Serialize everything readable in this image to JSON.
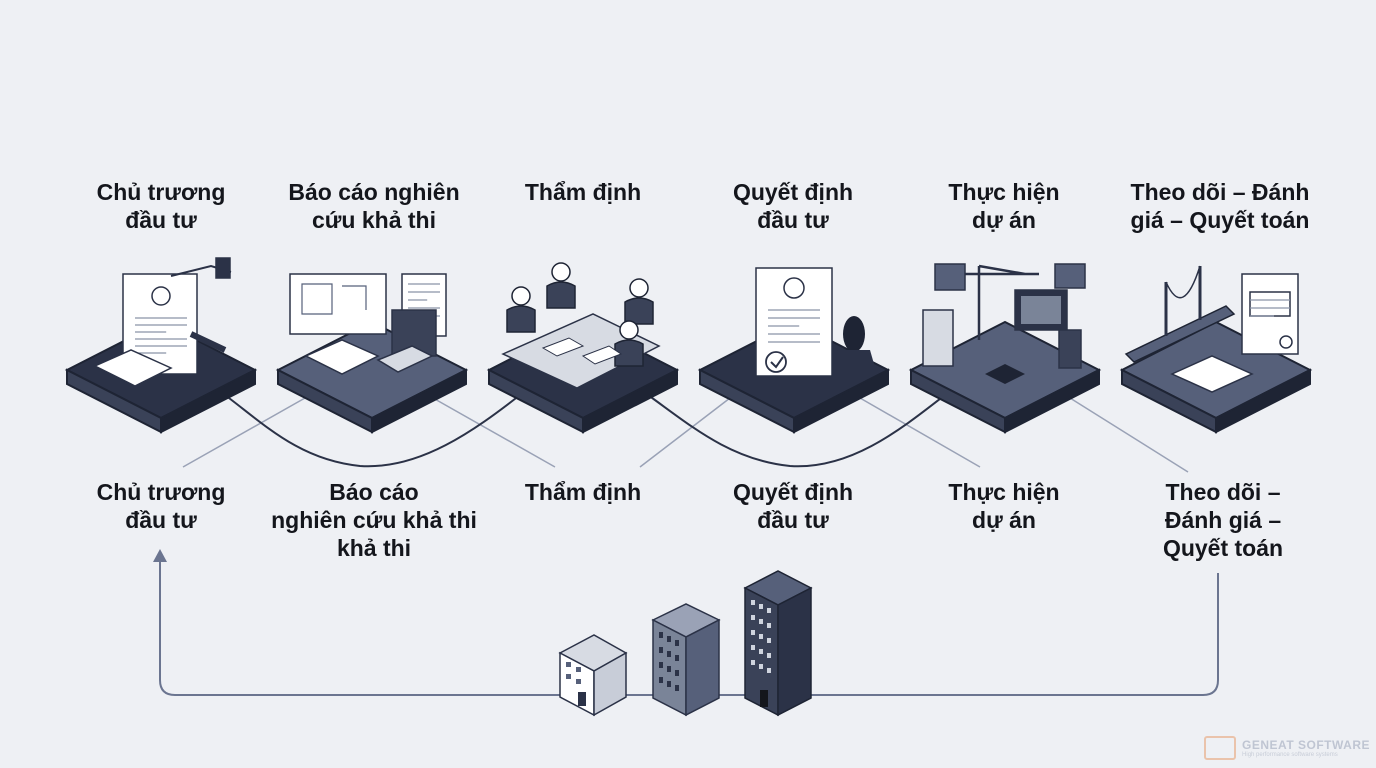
{
  "steps_top": [
    {
      "lines": [
        "Chủ trương",
        "đầu tư"
      ]
    },
    {
      "lines": [
        "Báo cáo nghiên",
        "cứu khả thi"
      ]
    },
    {
      "lines": [
        "Thẩm định"
      ]
    },
    {
      "lines": [
        "Quyết định",
        "đầu tư"
      ]
    },
    {
      "lines": [
        "Thực hiện",
        "dự án"
      ]
    },
    {
      "lines": [
        "Theo dõi – Đánh",
        "giá – Quyết toán"
      ]
    }
  ],
  "steps_bottom": [
    {
      "lines": [
        "Chủ trương",
        "đầu tư"
      ]
    },
    {
      "lines": [
        "Báo cáo",
        "nghiên cứu khả thi",
        "khả thi"
      ]
    },
    {
      "lines": [
        "Thẩm định"
      ]
    },
    {
      "lines": [
        "Quyết định",
        "đầu tư"
      ]
    },
    {
      "lines": [
        "Thực hiện",
        "dự án"
      ]
    },
    {
      "lines": [
        "Theo dõi –",
        "Đánh giá –",
        "Quyết toán"
      ]
    }
  ],
  "icons": [
    "signing-document-icon",
    "blueprint-workstation-icon",
    "meeting-table-icon",
    "stamped-decision-icon",
    "construction-site-icon",
    "bridge-report-icon"
  ],
  "logo": {
    "brand": "GENEAT SOFTWARE",
    "tagline": "High performance software systems"
  },
  "colors": {
    "navy": "#2b3247",
    "slate": "#56607a",
    "paper": "#ffffff",
    "line": "#6b7590",
    "accent": "#e8a070"
  }
}
